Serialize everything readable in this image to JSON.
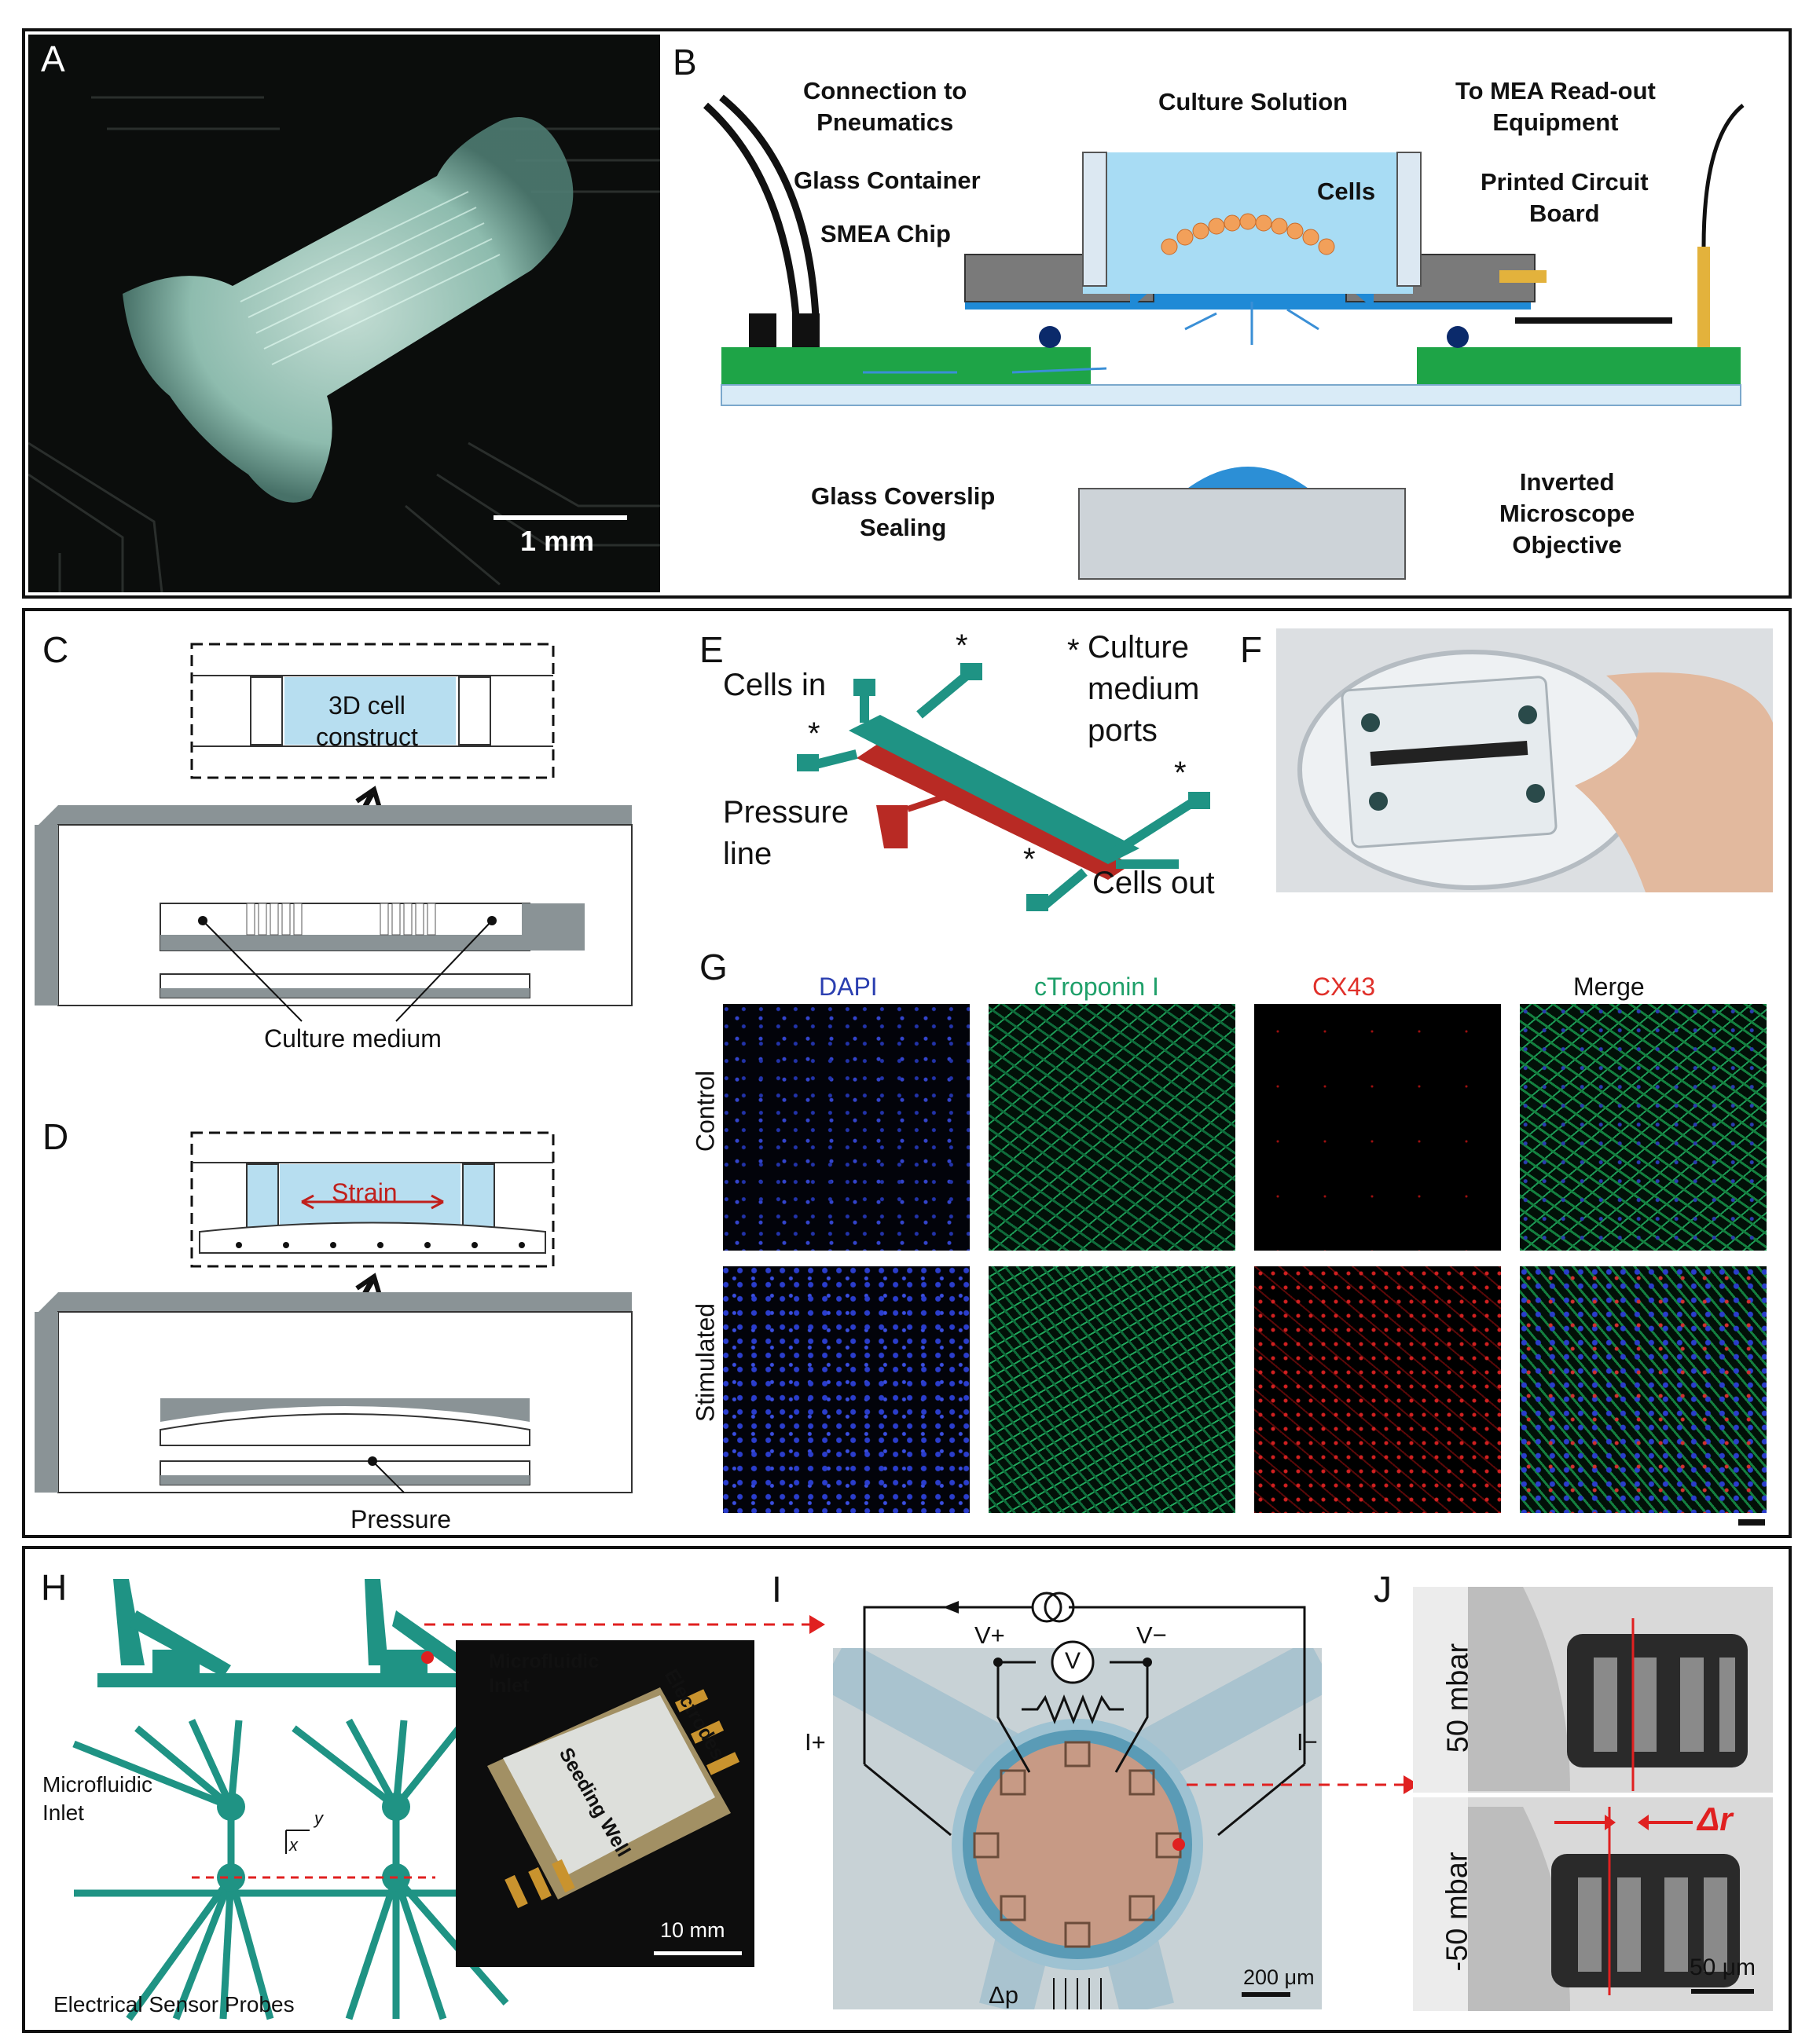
{
  "panel_letters": [
    "A",
    "B",
    "C",
    "D",
    "E",
    "F",
    "G",
    "H",
    "I",
    "J"
  ],
  "panelA": {
    "scale_bar": "1 mm"
  },
  "panelB": {
    "labels": {
      "pneumatics": "Connection to\nPneumatics",
      "culture_solution": "Culture Solution",
      "mea_readout": "To MEA Read-out\nEquipment",
      "glass_container": "Glass Container",
      "cells": "Cells",
      "pcb": "Printed Circuit\nBoard",
      "smea_chip": "SMEA Chip",
      "coverslip": "Glass Coverslip\nSealing",
      "objective": "Inverted\nMicroscope\nObjective"
    }
  },
  "panelC": {
    "inset": "3D cell\nconstruct",
    "caption": "Culture medium"
  },
  "panelD": {
    "inset": "Strain",
    "caption": "Pressure"
  },
  "panelE": {
    "cells_in": "Cells in",
    "ports": "Culture\nmedium\nports",
    "pressure": "Pressure\nline",
    "cells_out": "Cells out",
    "star": "*"
  },
  "panelG": {
    "columns": [
      "DAPI",
      "cTroponin I",
      "CX43",
      "Merge"
    ],
    "column_colors": [
      "#2b3fb0",
      "#1fa06a",
      "#e0302a",
      "#222222"
    ],
    "rows": [
      "Control",
      "Stimulated"
    ]
  },
  "panelH": {
    "inlet_label": "Microfluidic\nInlet",
    "probes": "Electrical Sensor Probes",
    "photo_inlet": "Microfluidic\nInlet",
    "photo_well": "Seeding Well",
    "photo_electrodes": "Electrodes",
    "scale": "10 mm",
    "axis_x": "x",
    "axis_y": "y"
  },
  "panelI": {
    "vplus": "V+",
    "vminus": "V−",
    "iplus": "I+",
    "iminus": "I−",
    "v": "V",
    "dp": "Δp",
    "scale": "200 μm"
  },
  "panelJ": {
    "top": "50 mbar",
    "bottom": "-50 mbar",
    "dr": "Δr",
    "scale": "50 μm"
  }
}
